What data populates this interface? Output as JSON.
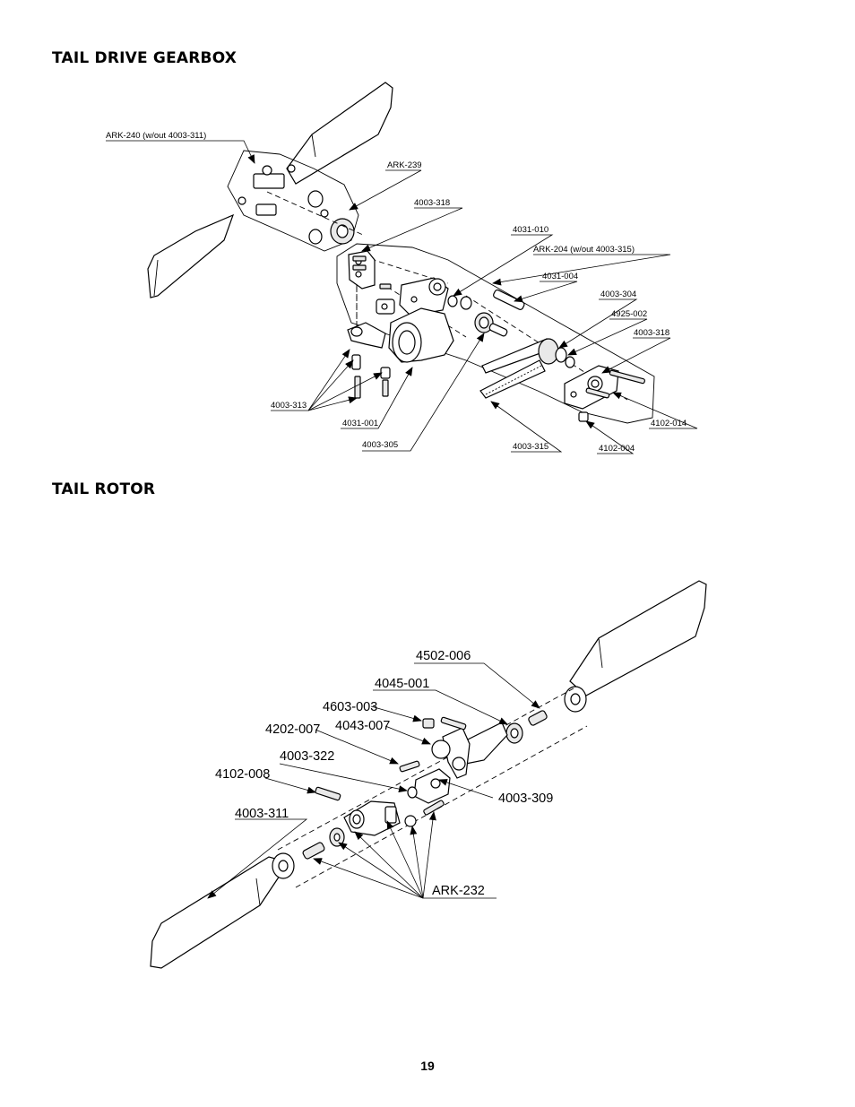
{
  "sections": {
    "gearbox_title": "TAIL DRIVE GEARBOX",
    "rotor_title": "TAIL ROTOR"
  },
  "gearbox_labels": [
    "ARK-240 (w/out 4003-311)",
    "ARK-239",
    "4003-318",
    "4031-010",
    "ARK-204 (w/out 4003-315)",
    "4031-004",
    "4003-304",
    "4925-002",
    "4003-318",
    "4102-014",
    "4102-004",
    "4003-315",
    "4003-305",
    "4031-001",
    "4003-313"
  ],
  "rotor_labels": [
    "4502-006",
    "4045-001",
    "4603-003",
    "4043-007",
    "4202-007",
    "4003-322",
    "4102-008",
    "4003-311",
    "4003-309",
    "ARK-232"
  ],
  "page_number": "19"
}
